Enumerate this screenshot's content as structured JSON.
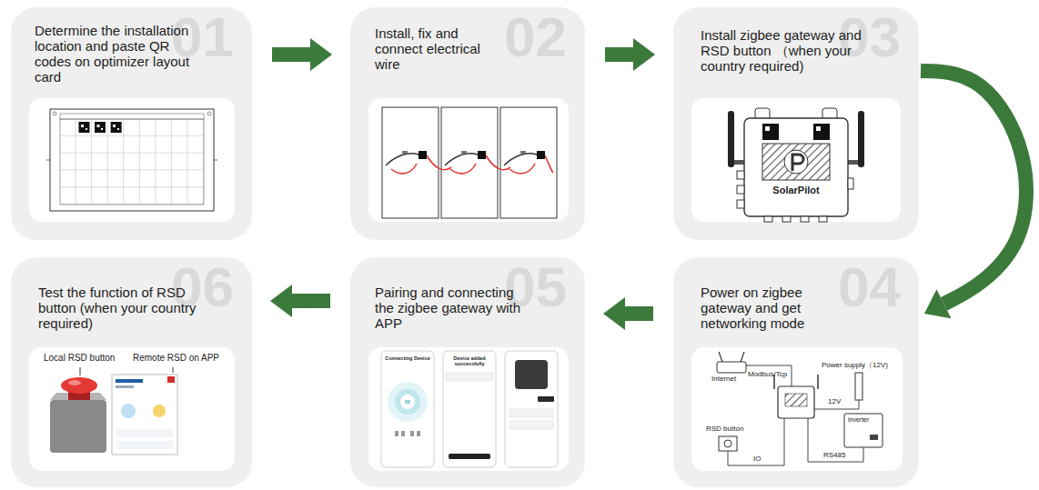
{
  "diagram": {
    "nodes": [
      {
        "text": [
          "Determine the installation location and paste QR codes on optimizer layout card",
          "01"
        ]
      },
      {
        "text": [
          "Install, fix and connect electrical wire",
          "02"
        ]
      },
      {
        "text": [
          "Install zigbee gateway and RSD button （when your country required)",
          "03"
        ]
      },
      {
        "text": [
          "Power on zigbee gateway and get networking mode",
          "04"
        ]
      },
      {
        "text": [
          "Pairing and connecting the zigbee gateway with APP",
          "05"
        ]
      },
      {
        "text": [
          "Test the function of RSD button (when your country required)",
          "06"
        ]
      }
    ],
    "edges": [
      {
        "from": 0,
        "to": 1,
        "arrow": "to"
      },
      {
        "from": 1,
        "to": 2,
        "arrow": "to"
      },
      {
        "from": 2,
        "to": 3,
        "arrow": "to"
      },
      {
        "from": 3,
        "to": 4,
        "arrow": "to"
      },
      {
        "from": 4,
        "to": 5,
        "arrow": "to"
      }
    ],
    "labels": [
      "SolarPilot",
      "Internet",
      "Modbus/Tcp",
      "Power supply（12V)",
      "12V",
      "inverter",
      "RSD button",
      "IO",
      "RS485",
      "Connecting Device",
      "Device added successfully",
      "Local RSD button",
      "Remote RSD on APP"
    ]
  }
}
